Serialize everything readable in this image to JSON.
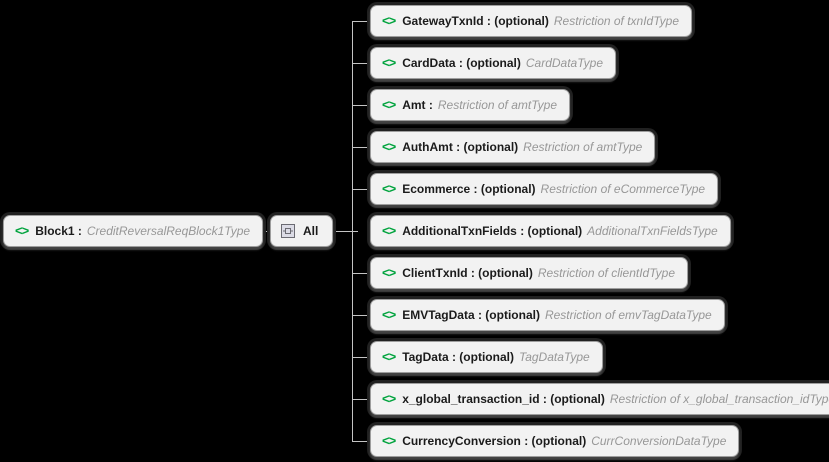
{
  "diagram": {
    "root": {
      "label": "Block1 :",
      "type": "CreditReversalReqBlock1Type"
    },
    "compositor": {
      "label": "All"
    },
    "children": [
      {
        "label": "GatewayTxnId : (optional)",
        "type": "Restriction of txnIdType"
      },
      {
        "label": "CardData : (optional)",
        "type": "CardDataType"
      },
      {
        "label": "Amt :",
        "type": "Restriction of amtType"
      },
      {
        "label": "AuthAmt : (optional)",
        "type": "Restriction of amtType"
      },
      {
        "label": "Ecommerce : (optional)",
        "type": "Restriction of eCommerceType"
      },
      {
        "label": "AdditionalTxnFields : (optional)",
        "type": "AdditionalTxnFieldsType"
      },
      {
        "label": "ClientTxnId : (optional)",
        "type": "Restriction of clientIdType"
      },
      {
        "label": "EMVTagData : (optional)",
        "type": "Restriction of emvTagDataType"
      },
      {
        "label": "TagData : (optional)",
        "type": "TagDataType"
      },
      {
        "label": "x_global_transaction_id : (optional)",
        "type": "Restriction of x_global_transaction_idType"
      },
      {
        "label": "CurrencyConversion : (optional)",
        "type": "CurrConversionDataType"
      }
    ],
    "icons": {
      "element_icon": "<>",
      "all_icon": "all-compositor"
    },
    "colors": {
      "background": "#000000",
      "box_fill": "#f2f2f2",
      "box_border": "#9e9e9e",
      "element_icon_green": "#00a33d",
      "label_text": "#1b1b1b",
      "type_text": "#979797",
      "connector": "#c4c4c4"
    }
  }
}
